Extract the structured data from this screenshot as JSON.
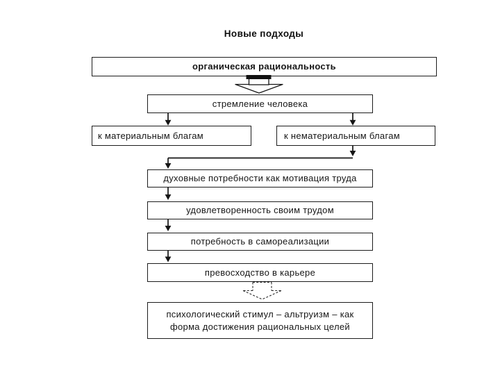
{
  "title": "Новые подходы",
  "nodes": {
    "organic": {
      "label": "органическая рациональность"
    },
    "striving": {
      "label": "стремление человека"
    },
    "material": {
      "label": "к материальным благам"
    },
    "immaterial": {
      "label": "к нематериальным благам"
    },
    "spiritual": {
      "label": "духовные потребности как мотивация труда"
    },
    "satisfaction": {
      "label": "удовлетворенность своим трудом"
    },
    "selfreal": {
      "label": "потребность в самореализации"
    },
    "career": {
      "label": "превосходство в карьере"
    },
    "psych": {
      "label": "психологический стимул – альтруизм – как форма достижения рациональных целей"
    }
  },
  "edges": [
    {
      "from": "organic",
      "to": "striving",
      "style": "block-arrow-solid-cap"
    },
    {
      "from": "striving",
      "to": "material",
      "style": "solid-arrow"
    },
    {
      "from": "striving",
      "to": "immaterial",
      "style": "solid-arrow"
    },
    {
      "from": "immaterial",
      "to": "spiritual",
      "style": "elbow-solid-arrow"
    },
    {
      "from": "spiritual",
      "to": "satisfaction",
      "style": "solid-arrow"
    },
    {
      "from": "satisfaction",
      "to": "selfreal",
      "style": "solid-arrow"
    },
    {
      "from": "selfreal",
      "to": "career",
      "style": "solid-arrow"
    },
    {
      "from": "career",
      "to": "psych",
      "style": "dashed-block-arrow"
    }
  ],
  "colors": {
    "background": "#ffffff",
    "line": "#151515",
    "text": "#161616",
    "box_fill": "#ffffff"
  }
}
